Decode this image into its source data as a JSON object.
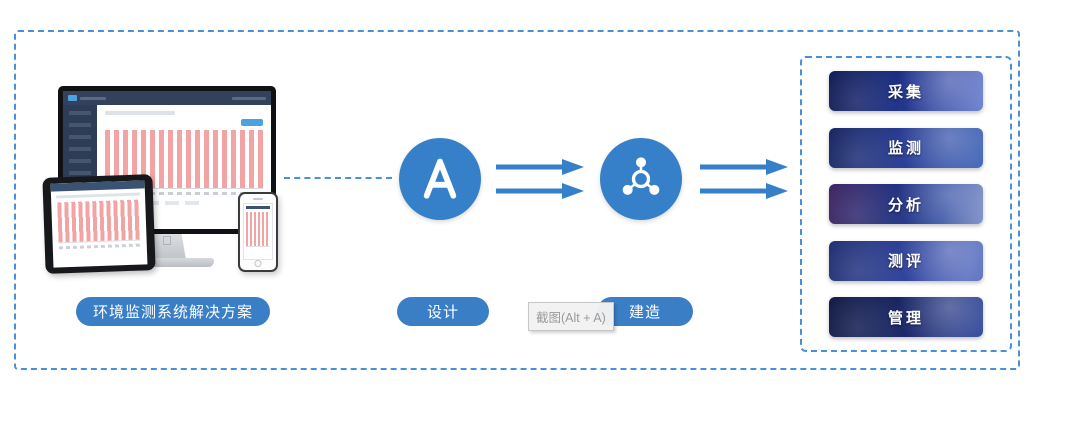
{
  "colors": {
    "accent_blue": "#3580c8",
    "pill_blue": "#3a7ec5",
    "border_blue": "#4a90d9",
    "bar_pink": "#f2a3a3",
    "banner_navy": "#16246b",
    "tooltip_gray": "#9a9a9a"
  },
  "solution": {
    "title_pill": "环境监测系统解决方案"
  },
  "steps": {
    "design": "设计",
    "build": "建造"
  },
  "modules": [
    {
      "label": "采集"
    },
    {
      "label": "监测"
    },
    {
      "label": "分析"
    },
    {
      "label": "测评"
    },
    {
      "label": "管理"
    }
  ],
  "tooltip": {
    "text": "截图(Alt + A)"
  }
}
